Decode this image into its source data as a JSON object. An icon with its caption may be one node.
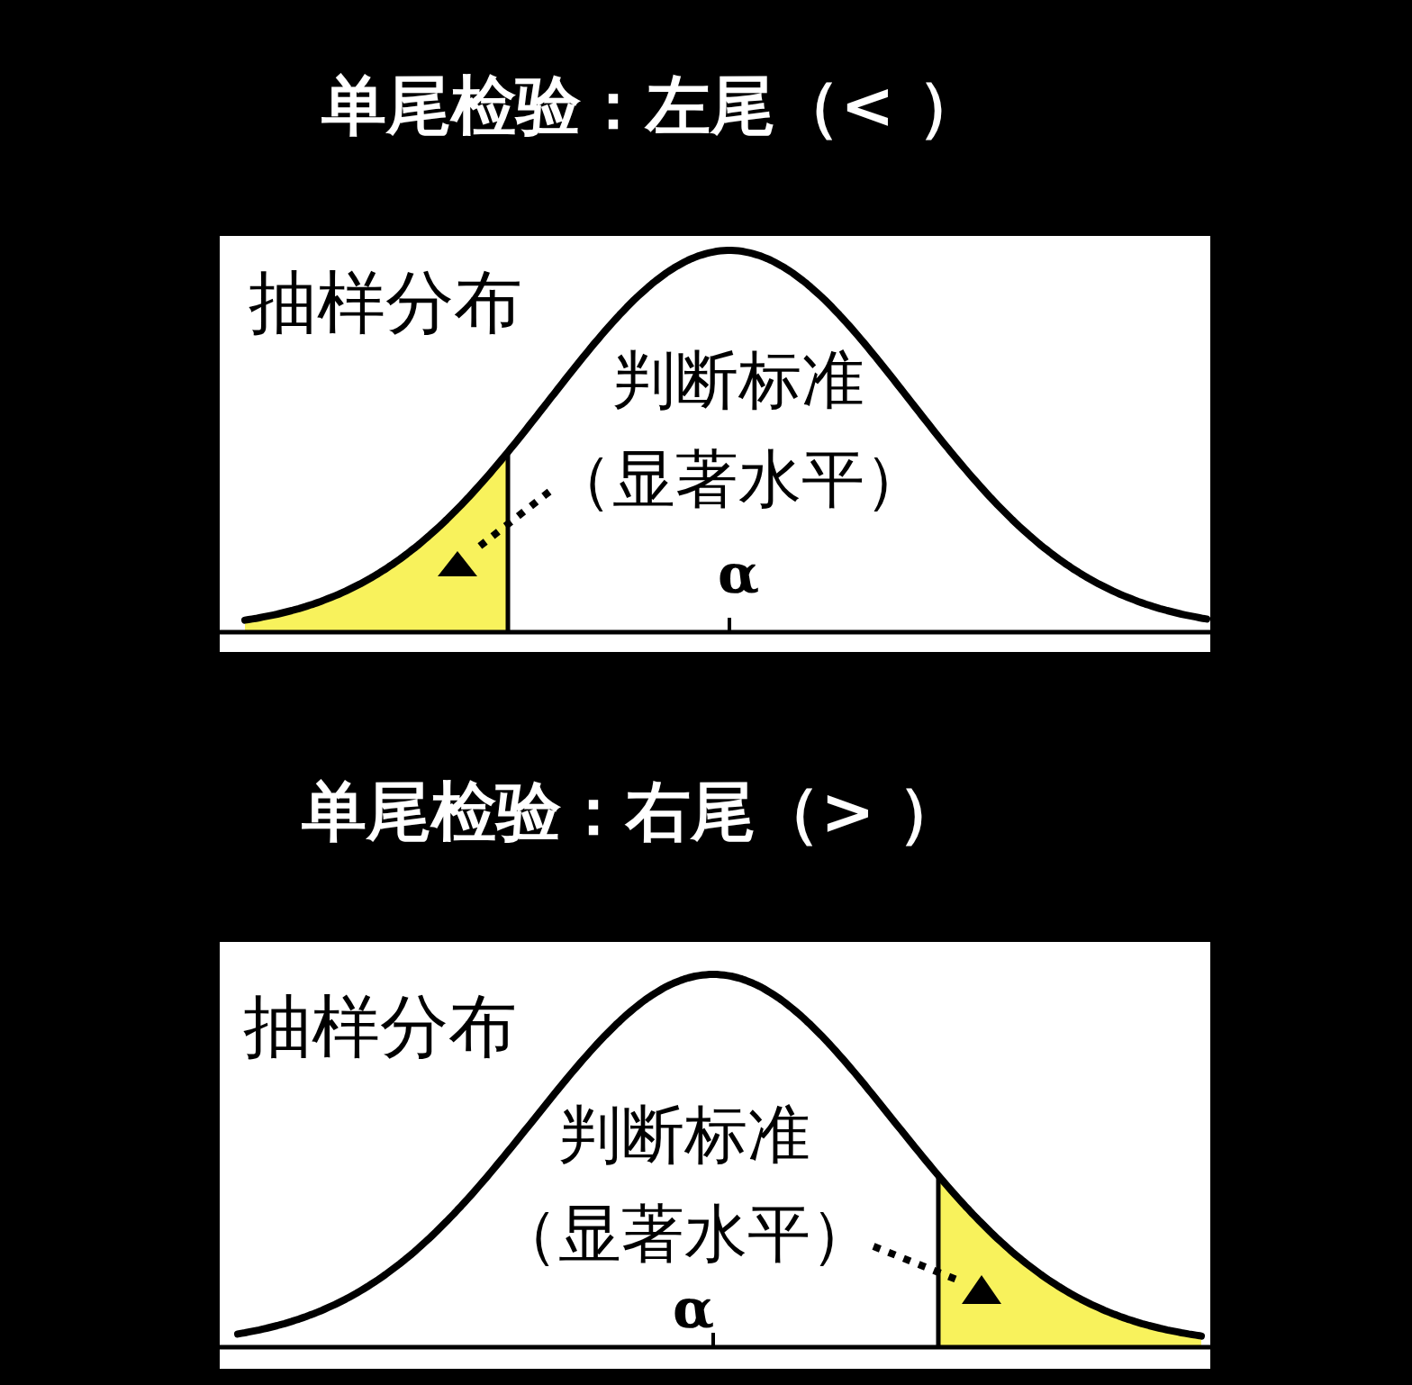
{
  "diagram": {
    "nodes": [
      {
        "text": [
          "抽样分布"
        ]
      },
      {
        "text": [
          "判断标准（显著水平）"
        ],
        "in": 0
      },
      {
        "text": [],
        "shape": "triangle",
        "in": 0
      },
      {
        "text": [
          "抽样分布"
        ]
      },
      {
        "text": [
          "判断标准（显著水平）"
        ],
        "in": 3
      },
      {
        "text": [],
        "shape": "triangle",
        "in": 3
      }
    ],
    "edges": [
      {
        "from": 1,
        "to": 2,
        "arrow": "none",
        "style": "dashed"
      },
      {
        "from": 4,
        "to": 5,
        "arrow": "none",
        "style": "dashed"
      }
    ],
    "labels": [
      "单尾检验：左尾（< ）",
      "α",
      "单尾检验：右尾（> ）",
      "α"
    ]
  }
}
